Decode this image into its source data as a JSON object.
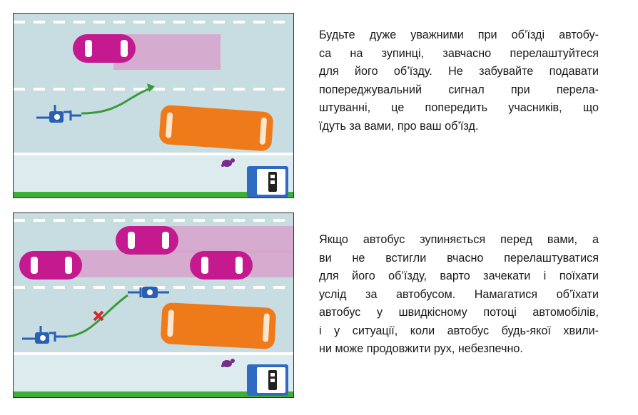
{
  "colors": {
    "road": "#c7dde2",
    "lane_marking": "#ffffff",
    "sidewalk": "#dcebee",
    "grass": "#3fae35",
    "car": "#c5198f",
    "car_window": "#ffffff",
    "car_trail": "#d7a3cc",
    "bus": "#ef7a1a",
    "bus_window": "#fbe6d0",
    "scooter": "#2a5fb2",
    "route_arrow": "#3a9a3a",
    "forbidden_mark": "#d9292b",
    "bus_stop_sign": "#2f6bc2",
    "text": "#1a1a1a"
  },
  "icons": {
    "scooter": "scooter-icon",
    "bus_stop_sign": "bus-stop-sign-icon",
    "pedestrian": "pedestrian-icon",
    "forbidden_mark": "cross-mark-icon"
  },
  "paragraphs": [
    {
      "lines": [
        "Будьте дуже уважними при об’їзді автобу-",
        "са на зупинці, завчасно перелаштуйтеся",
        "для його об’їзду. Не забувайте подавати",
        "попереджувальний сигнал при перела-",
        "штуванні, це попередить учасників, що",
        "їдуть за вами, про ваш об’їзд."
      ]
    },
    {
      "lines": [
        "Якщо автобус зупиняється перед вами, а",
        "ви не встигли вчасно перелаштуватися",
        "для його об’їзду, варто зачекати і поїхати",
        "услід за автобусом. Намагатися об’їхати",
        "автобус у швидкісному потоці автомобілів,",
        "і у ситуації, коли автобус будь-якої хвили-",
        "ни може продовжити рух, небезпечно."
      ]
    }
  ]
}
